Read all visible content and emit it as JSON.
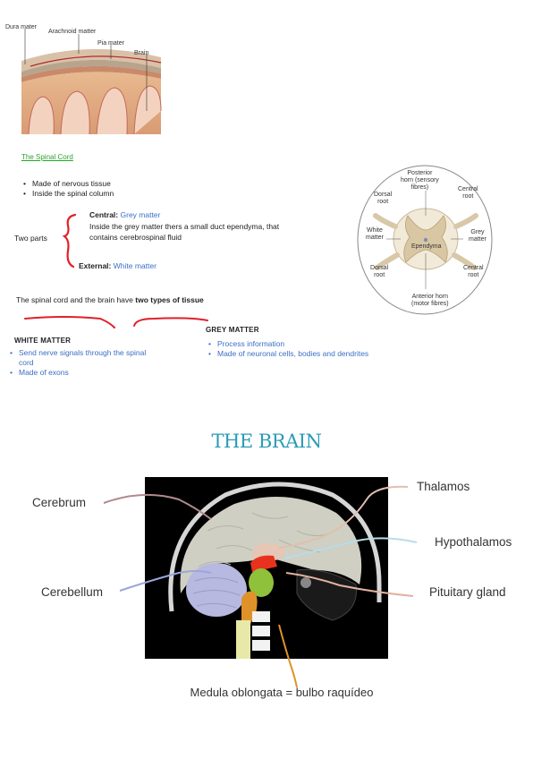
{
  "meninges_labels": [
    "Dura mater",
    "Arachnoid matter",
    "Pia mater",
    "Brain"
  ],
  "section_link": "The Spinal Cord",
  "bullets": [
    "Made of nervous tissue",
    "Inside the spinal column"
  ],
  "two_parts": {
    "label": "Two parts",
    "central_key": "Central:",
    "central_value": "Grey matter",
    "central_desc_1": "Inside the grey matter thers a small duct ependyma, that",
    "central_desc_2": "contains cerebrospinal fluid",
    "external_key": "External:",
    "external_value": "White matter"
  },
  "tissue_sentence_prefix": "The spinal cord and the brain have ",
  "tissue_sentence_bold": "two types of tissue",
  "white_matter": {
    "title": "WHITE MATTER",
    "items": [
      "Send nerve signals through the spinal cord",
      "Made of exons"
    ]
  },
  "grey_matter": {
    "title": "GREY MATTER",
    "items": [
      "Process information",
      "Made of neuronal cells, bodies and dendrites"
    ]
  },
  "spinal_diagram_labels": {
    "posterior": [
      "Posterior",
      "horn (sensory",
      "fibres)"
    ],
    "central_root_top": [
      "Central",
      "root"
    ],
    "dorsal_root_top": [
      "Dorsal",
      "root"
    ],
    "white_matter": [
      "White",
      "matter"
    ],
    "grey_matter": [
      "Grey",
      "matter"
    ],
    "ependyma": "Ependyma",
    "dorsal_root_bottom": [
      "Dorsal",
      "root"
    ],
    "central_root_bottom": [
      "Central",
      "root"
    ],
    "anterior": [
      "Anterior horn",
      "(motor fibres)"
    ]
  },
  "brain_title": "THE BRAIN",
  "brain_labels": {
    "cerebrum": "Cerebrum",
    "cerebellum": "Cerebellum",
    "thalamos": "Thalamos",
    "hypothalamos": "Hypothalamos",
    "pituitary": "Pituitary gland",
    "medula": "Medula oblongata = bulbo raquídeo"
  },
  "colors": {
    "link_green": "#2aa32a",
    "accent_blue": "#3a6fc4",
    "title_teal": "#2a9bb5",
    "annotation_red": "#e0202a"
  }
}
